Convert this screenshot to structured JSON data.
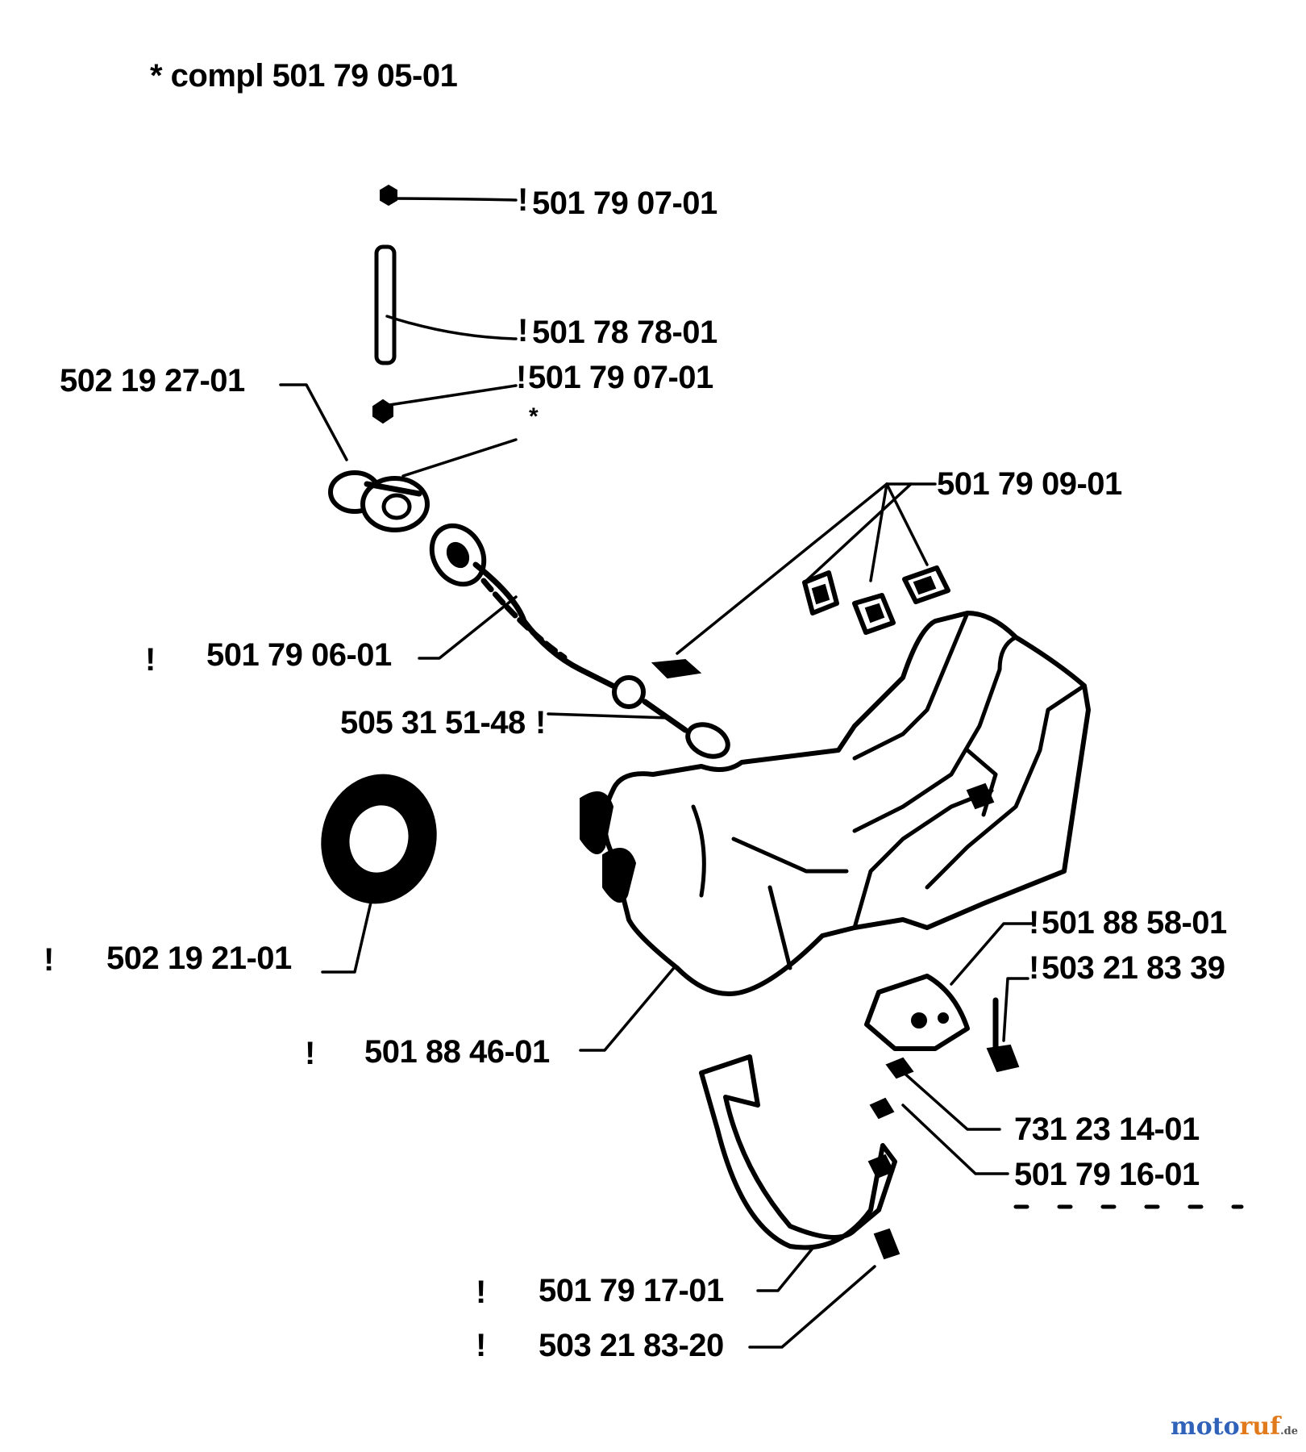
{
  "header": {
    "compl_note": "* compl 501 79 05-01"
  },
  "parts": [
    {
      "id": "p1",
      "number": "501 79 07-01"
    },
    {
      "id": "p2",
      "number": "501 78 78-01"
    },
    {
      "id": "p3",
      "number": "501 79 07-01"
    },
    {
      "id": "p4",
      "number": "502 19 27-01"
    },
    {
      "id": "p5",
      "number": "501 79 09-01"
    },
    {
      "id": "p6",
      "number": "501 79 06-01"
    },
    {
      "id": "p7",
      "number": "505 31 51-48"
    },
    {
      "id": "p8",
      "number": "502 19 21-01"
    },
    {
      "id": "p9",
      "number": "501 88 58-01"
    },
    {
      "id": "p10",
      "number": "503 21 83 39"
    },
    {
      "id": "p11",
      "number": "501 88 46-01"
    },
    {
      "id": "p12",
      "number": "731 23 14-01"
    },
    {
      "id": "p13",
      "number": "501 79 16-01"
    },
    {
      "id": "p14",
      "number": "501 79 17-01"
    },
    {
      "id": "p15",
      "number": "503 21 83-20"
    }
  ],
  "marks": {
    "asterisk": "*",
    "bracket": "!"
  },
  "watermark": {
    "brand_part1": "moto",
    "brand_part2": "ruf",
    "tld": ".de"
  }
}
